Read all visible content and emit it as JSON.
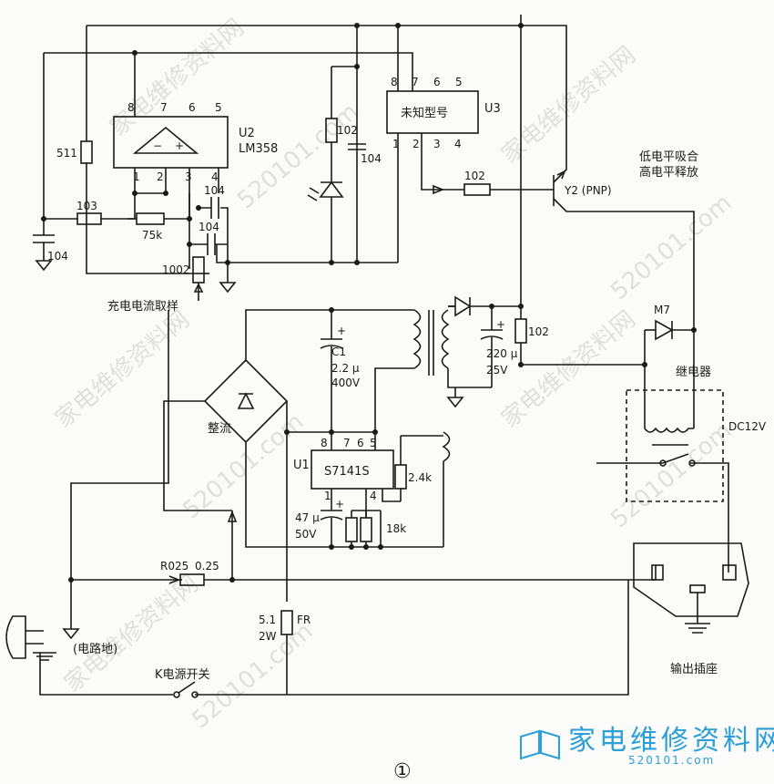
{
  "labels": {
    "u2_ref": "U2",
    "u2_part": "LM358",
    "u3_part": "未知型号",
    "u3_ref": "U3",
    "u1_part": "S7141S",
    "u1_ref": "U1",
    "r511": "511",
    "c104_left": "104",
    "r103": "103",
    "r75k": "75k",
    "c104_a": "104",
    "c104_b": "104",
    "r1002": "1002",
    "sense_label": "充电电流取样",
    "r102_a": "102",
    "c104_c": "104",
    "r102_b": "102",
    "note_low": "低电平吸合",
    "note_high": "高电平释放",
    "y2": "Y2 (PNP)",
    "c1": "C1",
    "c1_val": "2.2 μ",
    "c1_v": "400V",
    "rect": "整流",
    "c220": "220 μ",
    "c220_v": "25V",
    "r102_c": "102",
    "m7": "M7",
    "relay": "继电器",
    "relay_v": "DC12V",
    "r24k": "2.4k",
    "c47": "47 μ",
    "c47_v": "50V",
    "r18k": "18k",
    "r025": "R025",
    "r025_v": "0.25",
    "fr_v": "5.1",
    "fr_w": "2W",
    "fr": "FR",
    "gnd_label": "(电路地)",
    "switch": "K电源开关",
    "outlet": "输出插座",
    "fig": "①",
    "u2_pins_top": [
      "8",
      "7",
      "6",
      "5"
    ],
    "u2_pins_bot": [
      "1",
      "2",
      "3",
      "4"
    ],
    "u3_pins_top": [
      "8",
      "7",
      "6",
      "5"
    ],
    "u3_pins_bot": [
      "1",
      "2",
      "3",
      "4"
    ],
    "u1_pins_top": [
      "8",
      "7",
      "6",
      "5"
    ],
    "u1_pins_bot": [
      "1",
      "4"
    ]
  },
  "watermark": {
    "text_cn": "家电维修资料网",
    "text_url": "520101.com",
    "logo_title": "家电维修资料网",
    "logo_sub": "520101.com"
  },
  "colors": {
    "ink": "#1a1a1a",
    "watermark": "#c9c9c9",
    "logo": "#2a9fd8"
  }
}
